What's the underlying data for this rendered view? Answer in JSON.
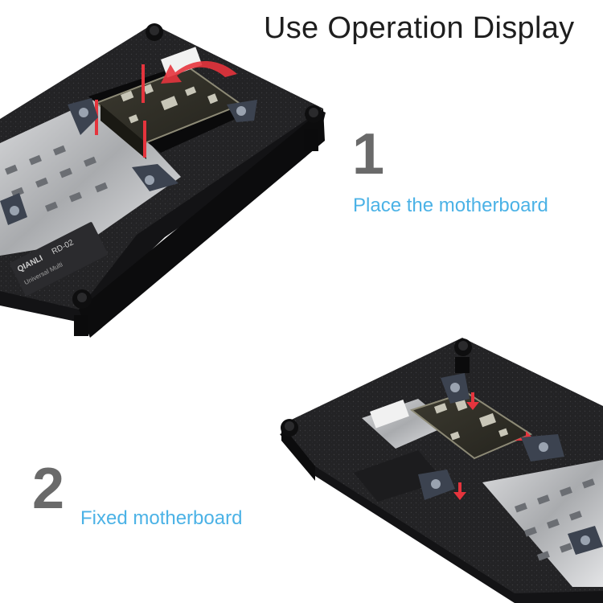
{
  "title": "Use Operation Display",
  "steps": [
    {
      "number": "1",
      "caption": "Place the motherboard"
    },
    {
      "number": "2",
      "caption": "Fixed motherboard"
    }
  ],
  "device_label": {
    "brand": "QIANLI",
    "model": "RD-02",
    "line": "Universal Multi"
  },
  "colors": {
    "caption": "#4bb2e6",
    "number": "#6a6a6a",
    "title": "#1e1e1e",
    "fixture": "#1f1f21",
    "arrow": "#e5343d"
  },
  "icons": [
    "arrow-red-icon",
    "clamp-icon",
    "screw-icon"
  ]
}
